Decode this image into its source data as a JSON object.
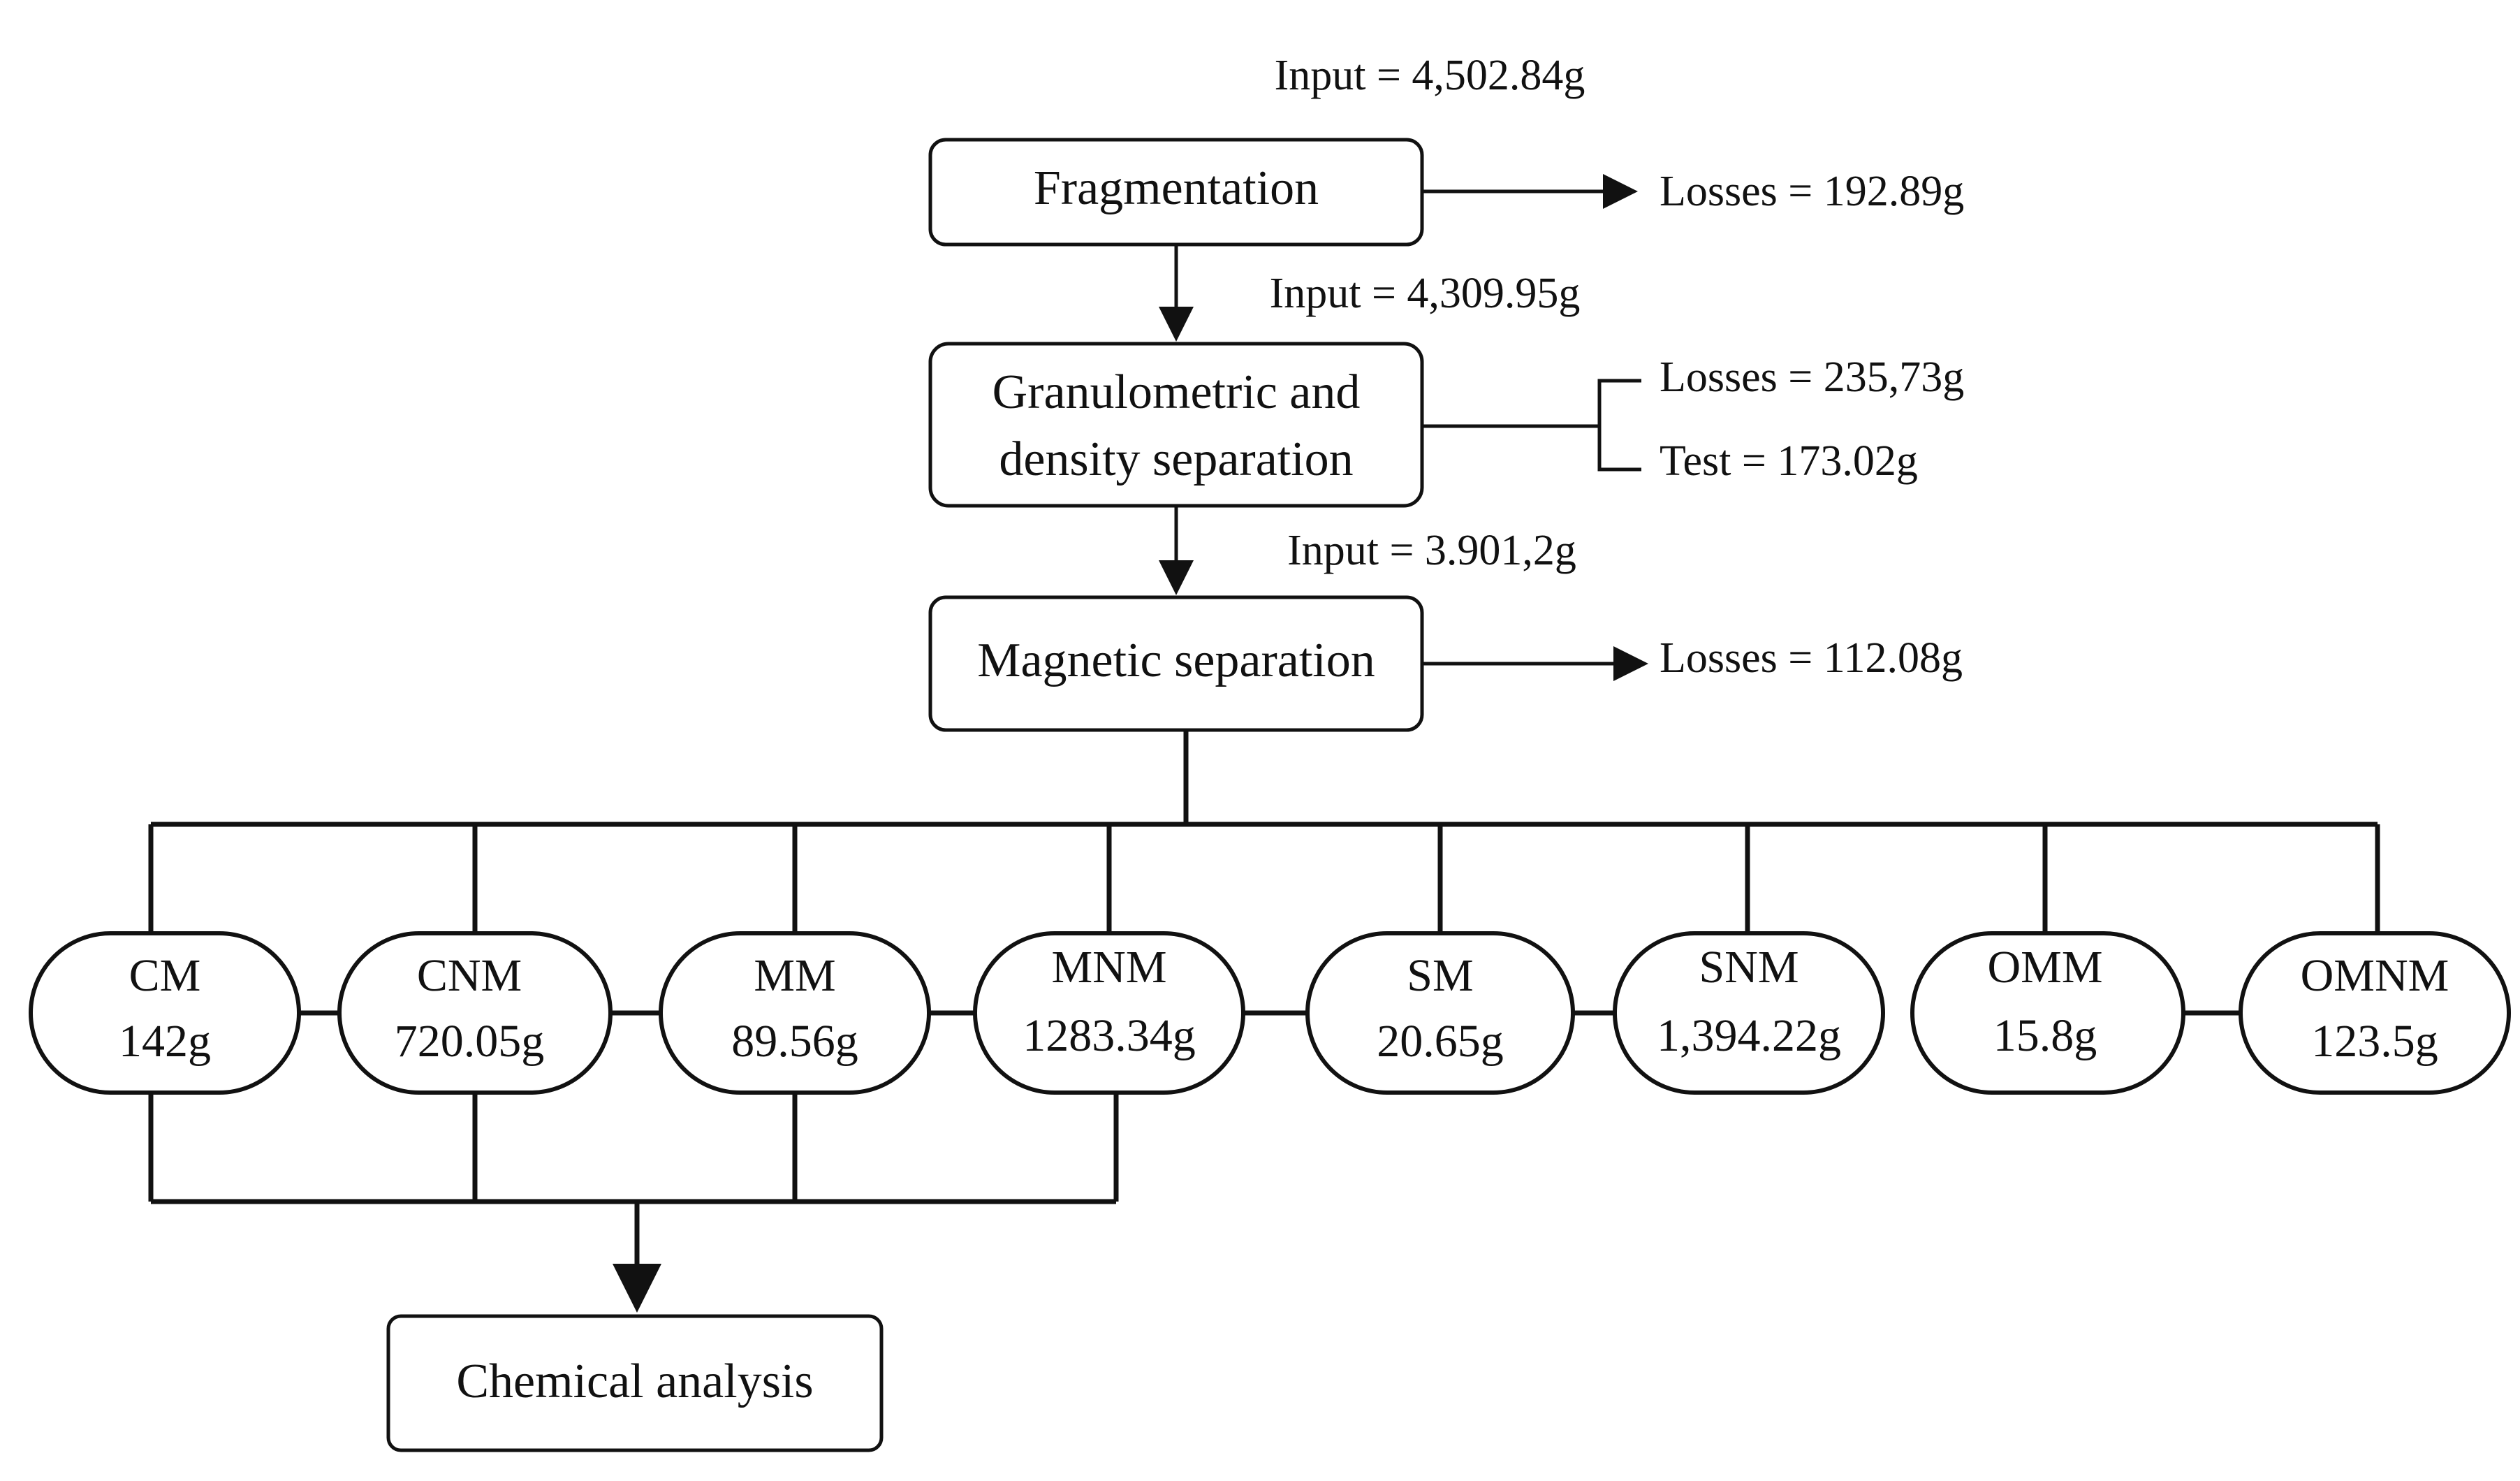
{
  "diagram": {
    "input_1": "Input = 4,502.84g",
    "input_2": "Input = 4,309.95g",
    "input_3": "Input = 3.901,2g",
    "fragmentation": "Fragmentation",
    "granulometric_line1": "Granulometric and",
    "granulometric_line2": "density separation",
    "magnetic": "Magnetic separation",
    "losses_fragmentation": "Losses = 192.89g",
    "losses_granulometric": "Losses = 235,73g",
    "test_granulometric": "Test = 173.02g",
    "losses_magnetic": "Losses = 112.08g",
    "chemical_analysis": "Chemical analysis",
    "products": [
      {
        "name": "CM",
        "mass": "142g"
      },
      {
        "name": "CNM",
        "mass": "720.05g"
      },
      {
        "name": "MM",
        "mass": "89.56g"
      },
      {
        "name": "MNM",
        "mass": "1283.34g"
      },
      {
        "name": "SM",
        "mass": "20.65g"
      },
      {
        "name": "SNM",
        "mass": "1,394.22g"
      },
      {
        "name": "OMM",
        "mass": "15.8g"
      },
      {
        "name": "OMNM",
        "mass": "123.5g"
      }
    ]
  }
}
